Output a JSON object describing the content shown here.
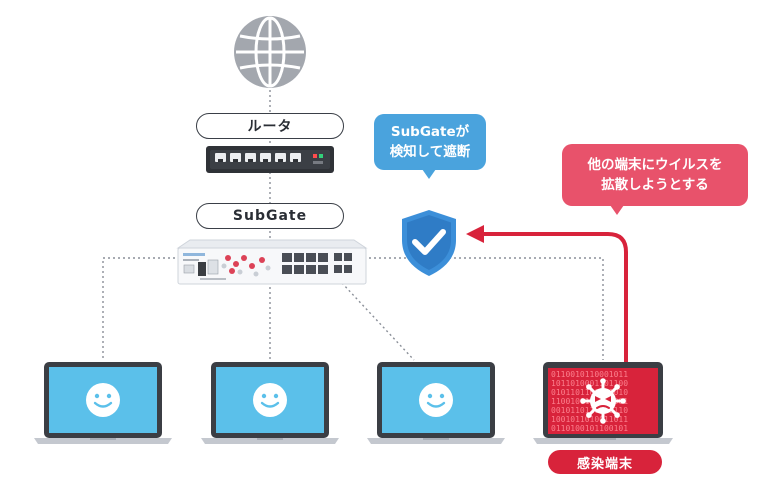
{
  "labels": {
    "router": "ルータ",
    "subgate": "SubGate",
    "infected": "感染端末"
  },
  "bubbles": {
    "detect": {
      "line1": "SubGateが",
      "line2": "検知して遮断"
    },
    "virus": {
      "line1": "他の端末にウイルスを",
      "line2": "拡散しようとする"
    }
  },
  "binary_rows": [
    "0110010110001011",
    "1011010001101100",
    "0101101100011010",
    "1100100101101001",
    "0010110110100110",
    "1001011010011011",
    "0110100101100101"
  ],
  "colors": {
    "screen_blue": "#5bc0ea",
    "shield_blue": "#3c8fd9",
    "bubble_blue": "#4aa3dd",
    "bubble_red": "#e8526b",
    "alert_red": "#d8233b",
    "globe_gray": "#a3a7ae"
  },
  "icons": [
    "globe-icon",
    "router-icon",
    "switch-icon",
    "shield-check-icon",
    "smiley-icon",
    "virus-icon",
    "arrow-icon"
  ]
}
